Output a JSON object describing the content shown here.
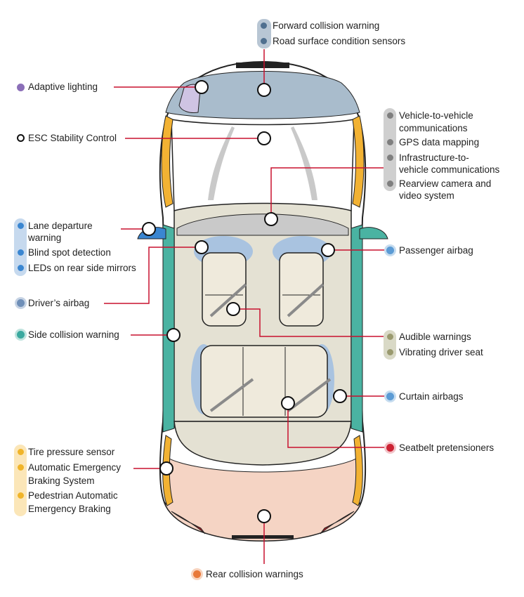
{
  "colors": {
    "forward": "#4f6f8f",
    "adaptive": "#8b6fb8",
    "v2v": "#7f7f7f",
    "lane": "#3a86d1",
    "driver_airbag": "#6f8fb8",
    "side": "#3aa99f",
    "passenger_airbag": "#5b9bd5",
    "audible": "#9a9a6f",
    "curtain": "#5b9bd5",
    "seatbelt": "#cc2233",
    "tire": "#f0b429",
    "rear": "#e8793a",
    "leader_line": "#c8102e"
  },
  "labels": {
    "forward_collision": "Forward collision warning",
    "road_surface": "Road surface condition sensors",
    "adaptive_lighting": "Adaptive lighting",
    "esc": "ESC Stability Control",
    "v2v_1": "Vehicle-to-vehicle",
    "v2v_2": "communications",
    "gps": "GPS data mapping",
    "infra_1": "Infrastructure-to-",
    "infra_2": "vehicle communications",
    "rearview_1": "Rearview camera and",
    "rearview_2": "video system",
    "lane_1": "Lane departure",
    "lane_2": "warning",
    "blind_spot": "Blind spot detection",
    "leds_mirrors": "LEDs on rear side mirrors",
    "driver_airbag": "Driver’s airbag",
    "passenger_airbag": "Passenger airbag",
    "side_collision": "Side collision warning",
    "audible": "Audible warnings",
    "vibrating": "Vibrating driver seat",
    "curtain": "Curtain airbags",
    "seatbelt": "Seatbelt pretensioners",
    "tire": "Tire pressure sensor",
    "aeb_1": "Automatic Emergency",
    "aeb_2": "Braking System",
    "paeb_1": "Pedestrian Automatic",
    "paeb_2": "Emergency Braking",
    "rear_collision": "Rear collision warnings"
  }
}
